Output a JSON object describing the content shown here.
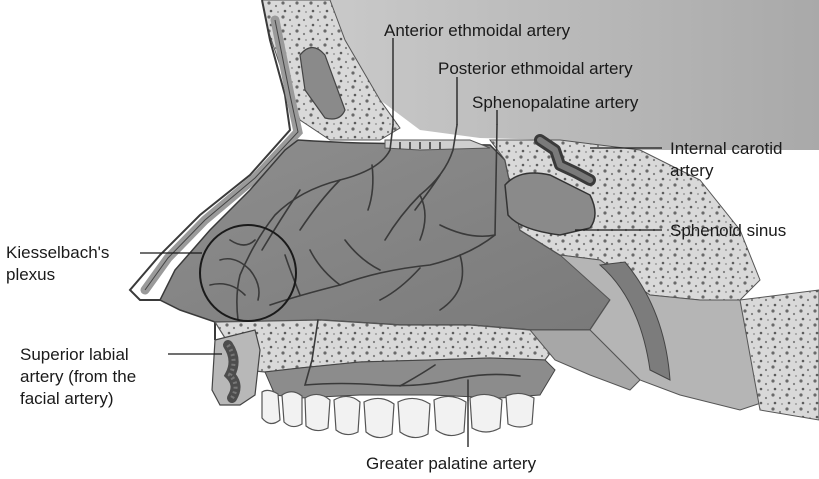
{
  "labels": {
    "anterior_ethmoidal": "Anterior ethmoidal artery",
    "posterior_ethmoidal": "Posterior ethmoidal artery",
    "sphenopalatine": "Sphenopalatine artery",
    "internal_carotid_line1": "Internal carotid",
    "internal_carotid_line2": "artery",
    "sphenoid_sinus": "Sphenoid sinus",
    "kiesselbach_line1": "Kiesselbach's",
    "kiesselbach_line2": "plexus",
    "superior_labial_line1": "Superior labial",
    "superior_labial_line2": "artery (from the",
    "superior_labial_line3": "facial artery)",
    "greater_palatine": "Greater palatine artery"
  }
}
